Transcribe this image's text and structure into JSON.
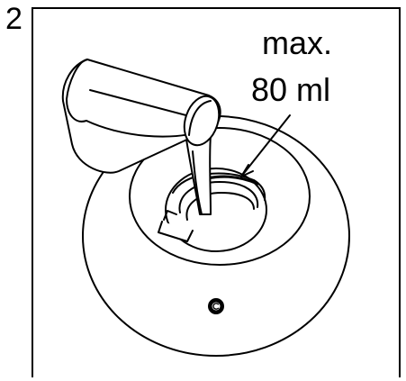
{
  "step": {
    "number": "2"
  },
  "callout": {
    "line1": "max.",
    "line2": "80 ml"
  },
  "colors": {
    "ink": "#000000",
    "paper": "#ffffff"
  },
  "icons": {
    "lid_symbol": "copyright-c-icon"
  }
}
